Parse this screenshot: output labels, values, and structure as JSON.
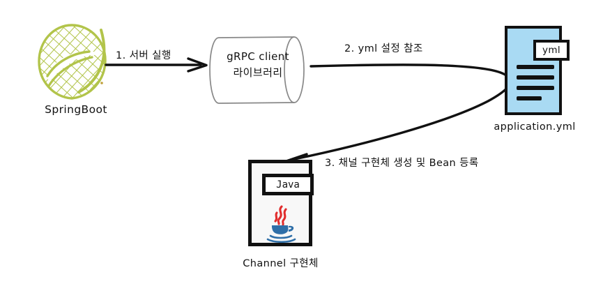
{
  "diagram": {
    "title": "gRPC client channel bean registration flow",
    "background_color": "#ffffff",
    "ink_color": "#111111"
  },
  "nodes": {
    "springboot": {
      "label": "SpringBoot",
      "icon": "springboot-leaf-logo",
      "color": "#b2c44a"
    },
    "grpc_library": {
      "line1": "gRPC client",
      "line2": "라이브러리",
      "shape": "cylinder",
      "color": "#ffffff"
    },
    "application_yml": {
      "label": "application.yml",
      "tag": "yml",
      "icon": "yml-document-icon",
      "color": "#a9daf3",
      "body_lines": 4
    },
    "channel_impl": {
      "label": "Channel 구현체",
      "tag": "Java",
      "icon": "java-cup-logo",
      "color": "#f8f8f8",
      "logo_steam_color": "#e12d2d",
      "logo_cup_color": "#2f6fa8"
    }
  },
  "edges": [
    {
      "id": "step-1",
      "label": "1. 서버 실행",
      "from": "springboot",
      "to": "grpc_library"
    },
    {
      "id": "step-2",
      "label": "2. yml 설정 참조",
      "from": "grpc_library",
      "to": "application_yml"
    },
    {
      "id": "step-3",
      "label": "3. 채널 구현체 생성 및 Bean 등록",
      "from": "application_yml",
      "to": "channel_impl"
    }
  ]
}
